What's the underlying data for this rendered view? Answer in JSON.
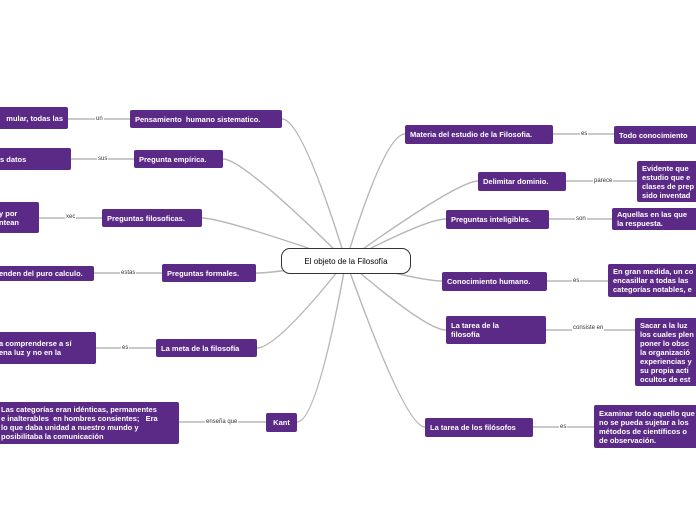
{
  "center": {
    "label": "El objeto de la Filosofía"
  },
  "left_branches": [
    {
      "label": "Pensamiento  humano sistematico.",
      "link": "un",
      "leaf": "mular, todas las"
    },
    {
      "label": "Pregunta empírica.",
      "link": "sus",
      "leaf": "s datos"
    },
    {
      "label": "Preguntas filosoficas.",
      "link": "xec",
      "leaf": "y por\nntean"
    },
    {
      "label": "Preguntas formales.",
      "link": "estas",
      "leaf": "enden del puro calculo."
    },
    {
      "label": "La meta de la filosofía",
      "link": "es",
      "leaf": "a comprenderse a sí\nena luz y no en la"
    },
    {
      "label": "Kant",
      "link": "enseña que",
      "leaf": "Las categorías eran idénticas, permanentes\ne inalterables  en hombres consientes;   Era\nlo que daba unidad a nuestro mundo y\nposibilitaba la comunicación"
    }
  ],
  "right_branches": [
    {
      "label": "Materia del estudio de la Filosofia.",
      "link": "es",
      "leaf": "Todo conocimiento"
    },
    {
      "label": "Delimitar dominio.",
      "link": "parece",
      "leaf": "Evidente que\nestudio que e\nclases de prep\nsido inventad"
    },
    {
      "label": "Preguntas inteligibles.",
      "link": "son",
      "leaf": "Aquellas en las que\nla respuesta."
    },
    {
      "label": "Conocimiento humano.",
      "link": "es",
      "leaf": "En gran medida, un co\nencasillar a todas las\ncategorías notables, e"
    },
    {
      "label": "La tarea de la\nfilosofía",
      "link": "consiste en",
      "leaf": "Sacar a la luz\nlos cuales plen\nponer lo obsc\nla organizació\nexperiencias y\nsu propia acti\nocultos de est"
    },
    {
      "label": "La tarea de los filósofos",
      "link": "es",
      "leaf": "Examinar todo aquello que\nno se pueda sujetar a los\nmétodos de científicos o\nde observación."
    }
  ],
  "colors": {
    "node": "#5b2a86",
    "link_line": "#b7b7b7",
    "center_border": "#333333"
  }
}
